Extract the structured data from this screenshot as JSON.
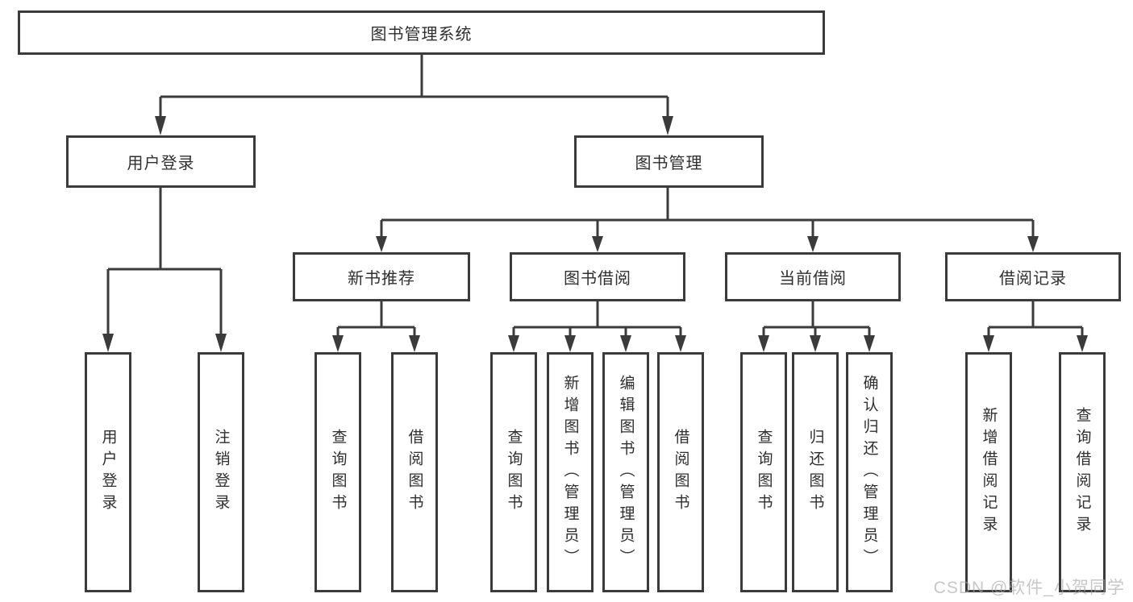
{
  "title": "图书管理系统",
  "user_login": {
    "label": "用户登录",
    "children": [
      "用户登录",
      "注销登录"
    ]
  },
  "book_management": {
    "label": "图书管理",
    "sections": [
      {
        "label": "新书推荐",
        "children": [
          "查询图书",
          "借阅图书"
        ]
      },
      {
        "label": "图书借阅",
        "children": [
          "查询图书",
          "新增图书（管理员）",
          "编辑图书（管理员）",
          "借阅图书"
        ]
      },
      {
        "label": "当前借阅",
        "children": [
          "查询图书",
          "归还图书",
          "确认归还（管理员）"
        ]
      },
      {
        "label": "借阅记录",
        "children": [
          "新增借阅记录",
          "查询借阅记录"
        ]
      }
    ]
  },
  "watermark": "CSDN @软件_小贺同学",
  "colors": {
    "line": "#3b3b3b",
    "text": "#2f2f2f",
    "watermark": "#a4a4a4",
    "background": "#ffffff"
  }
}
